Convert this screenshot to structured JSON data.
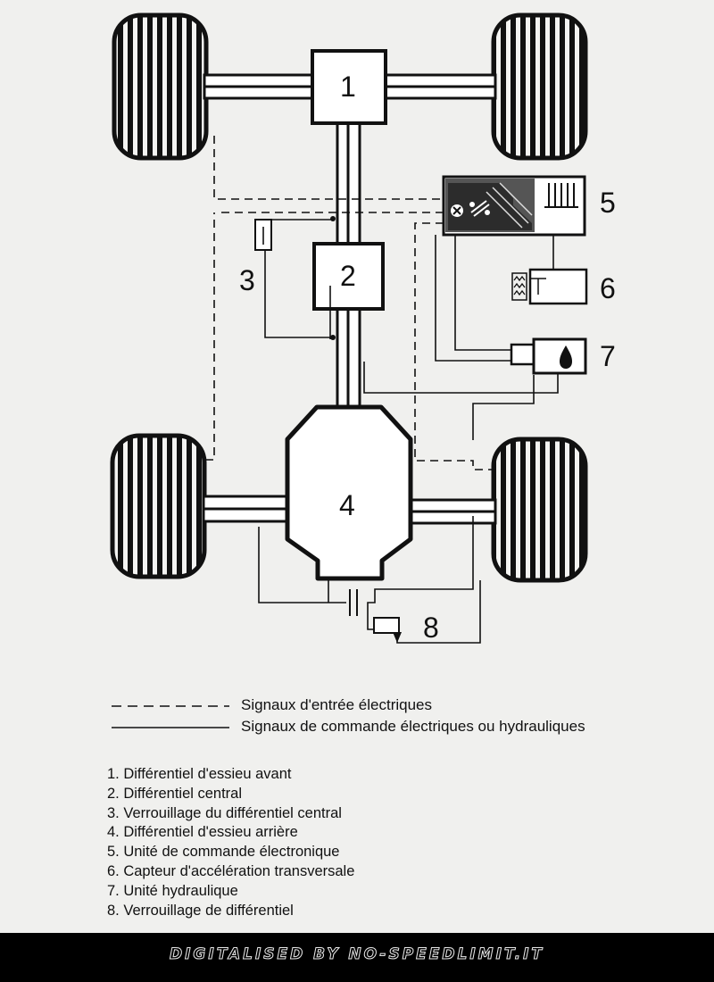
{
  "labels": [
    "1",
    "2",
    "3",
    "4",
    "5",
    "6",
    "7",
    "8"
  ],
  "legend": {
    "input": "Signaux d'entrée électriques",
    "control": "Signaux de commande électriques ou hydrauliques"
  },
  "items": [
    "1. Différentiel d'essieu avant",
    "2. Différentiel central",
    "3. Verrouillage du  différentiel central",
    "4. Différentiel d'essieu arrière",
    "5. Unité de commande électronique",
    "6. Capteur d'accélération transversale",
    "7. Unité hydraulique",
    "8. Verrouillage de différentiel"
  ],
  "footer": "DIGITALISED BY NO-SPEEDLIMIT.IT"
}
